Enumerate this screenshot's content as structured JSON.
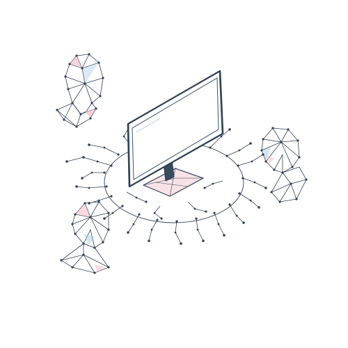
{
  "illustration": {
    "subject": "wireframe-computer-monitor-network",
    "colors": {
      "line": "#2f3f52",
      "line_light": "#4a6078",
      "node": "#2f3f52",
      "accent_pink": "#f2b6c2",
      "accent_blue": "#a9cbe3",
      "background": "#ffffff"
    },
    "elements": {
      "monitor": "monitor-icon",
      "network": "network-ring",
      "heads": [
        "head-top-left",
        "head-right",
        "head-bottom-left"
      ]
    }
  }
}
